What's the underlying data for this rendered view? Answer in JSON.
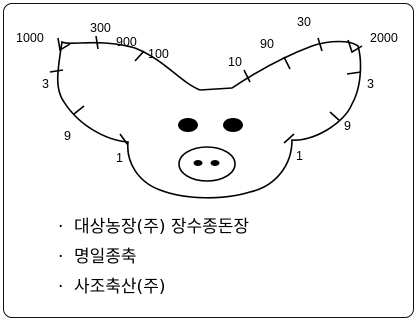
{
  "ear_notch_labels": {
    "left_ear": {
      "tip": "1000",
      "upper_a": "300",
      "upper_b": "900",
      "upper_c": "100",
      "side": "3",
      "lower": "9",
      "base": "1"
    },
    "right_ear": {
      "tip": "2000",
      "upper_a": "30",
      "upper_b": "90",
      "upper_c": "10",
      "side": "3",
      "lower": "9",
      "base": "1"
    }
  },
  "farms": [
    {
      "bullet": "·",
      "name": "대상농장(주) 장수종돈장"
    },
    {
      "bullet": "·",
      "name": "명일종축"
    },
    {
      "bullet": "·",
      "name": "사조축산(주)"
    }
  ]
}
